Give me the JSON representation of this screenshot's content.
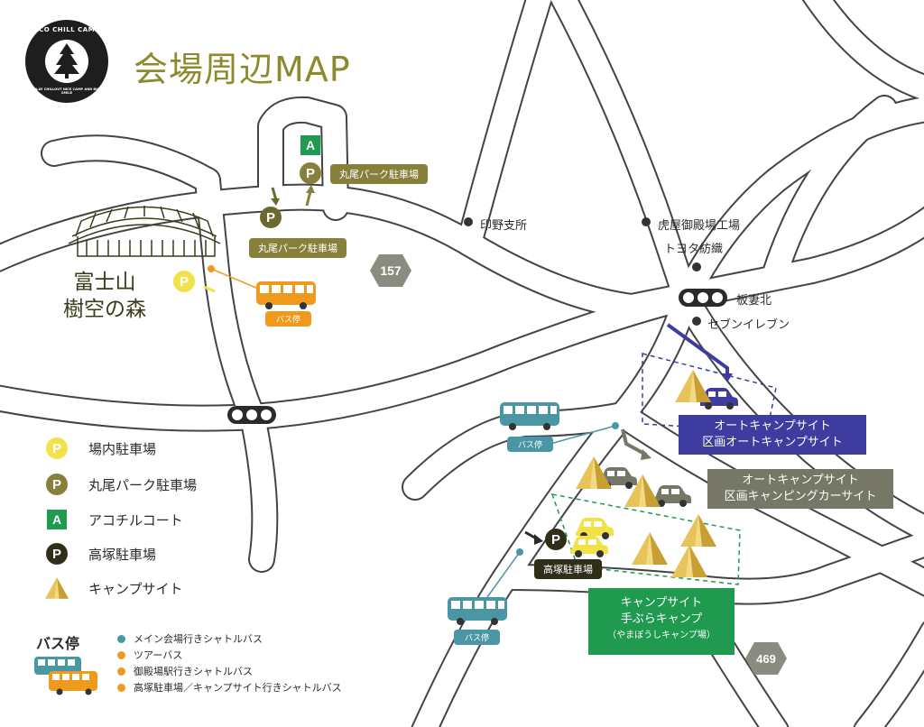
{
  "title": "会場周辺MAP",
  "logo": {
    "top_text": "ACO CHILL CAMP",
    "bottom_text": "PLAY CHILLOUT NICE CAMP AND BIG SMILE"
  },
  "venue_name_line1": "富士山",
  "venue_name_line2": "樹空の森",
  "route_number_157": "157",
  "route_number_469": "469",
  "colors": {
    "olive": "#86803a",
    "teal": "#4b96a4",
    "orange": "#ef9a1d",
    "yellow_p": "#f1e24a",
    "navy_box": "#3e3c9e",
    "gray_box": "#767766",
    "green_box": "#1f9a4f",
    "dark_p": "#2f2f19"
  },
  "labels": {
    "maruo_parking_top": "丸尾パーク駐車場",
    "maruo_parking_bottom": "丸尾パーク駐車場",
    "bus_stop_orange": "バス停",
    "bus_stop_teal_1": "バス停",
    "bus_stop_teal_2": "バス停",
    "inno_branch": "印野支所",
    "koya_factory": "虎屋御殿場工場",
    "toyota_boshoku": "トヨタ紡織",
    "itazuma_kita": "板妻北",
    "seven_eleven": "セブンイレブン",
    "takatsuka_parking": "高塚駐車場",
    "aco_mark": "A",
    "p_mark": "P"
  },
  "boxes": {
    "auto_navy_line1": "オートキャンプサイト",
    "auto_navy_line2": "区画オートキャンプサイト",
    "auto_gray_line1": "オートキャンプサイト",
    "auto_gray_line2": "区画キャンピングカーサイト",
    "camp_green_line1": "キャンプサイト",
    "camp_green_line2": "手ぶらキャンプ",
    "camp_green_line3": "（やまぼうしキャンプ場）"
  },
  "legend": [
    {
      "icon": "yellow-p-icon",
      "label": "場内駐車場"
    },
    {
      "icon": "olive-p-icon",
      "label": "丸尾パーク駐車場"
    },
    {
      "icon": "green-a-icon",
      "label": "アコチルコート"
    },
    {
      "icon": "dark-p-icon",
      "label": "高塚駐車場"
    },
    {
      "icon": "tent-icon",
      "label": "キャンプサイト"
    }
  ],
  "bus_legend": {
    "title": "バス停",
    "items": [
      {
        "color": "#4b96a4",
        "label": "メイン会場行きシャトルバス"
      },
      {
        "color": "#ef9a1d",
        "label": "ツアーバス"
      },
      {
        "color": "#ef9a1d",
        "label": "御殿場駅行きシャトルバス"
      },
      {
        "color": "#ef9a1d",
        "label": "高塚駐車場／キャンプサイト行きシャトルバス"
      }
    ]
  }
}
